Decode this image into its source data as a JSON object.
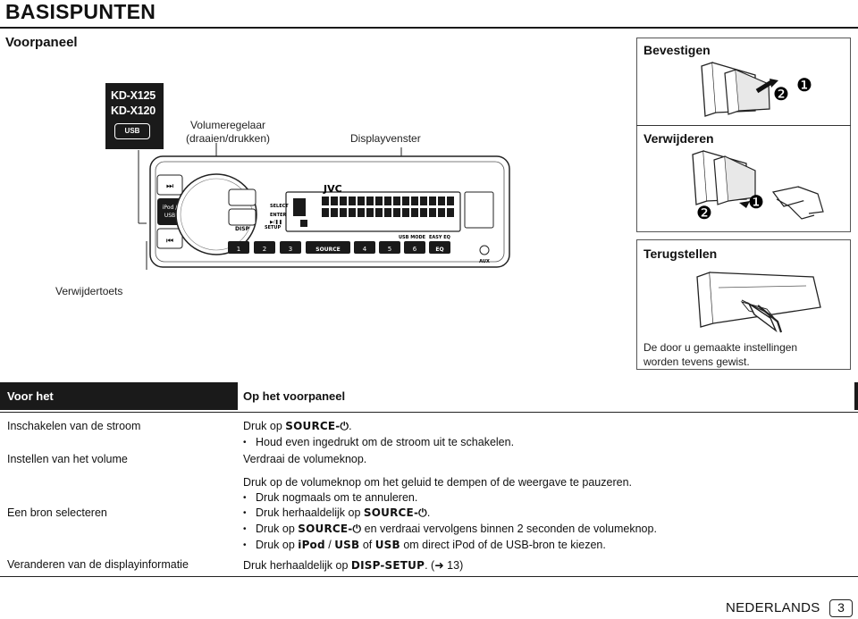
{
  "page": {
    "title": "BASISPUNTEN",
    "section": "Voorpaneel",
    "language": "NEDERLANDS",
    "page_number": "3"
  },
  "diagram": {
    "model_1": "KD-X125",
    "model_2": "KD-X120",
    "usb_tag": "USB",
    "label_volume_1": "Volumeregelaar",
    "label_volume_2": "(draaien/drukken)",
    "label_display": "Displayvenster",
    "label_detach": "Verwijdertoets",
    "brand": "JVC",
    "buttons": {
      "next": "⏭",
      "prev": "⏮",
      "ipod_usb_1": "iPod /",
      "ipod_usb_2": "USB",
      "disp": "DISP",
      "select": "SELECT",
      "enter": "ENTER",
      "enter_sub": "▶/❚❚",
      "setup": "SETUP",
      "source": "SOURCE",
      "usb_mode": "USB MODE",
      "easy_eq": "EASY EQ",
      "eq": "EQ",
      "aux": "AUX",
      "presets": [
        "1",
        "2",
        "3",
        "4",
        "5",
        "6"
      ]
    }
  },
  "right": {
    "attach": "Bevestigen",
    "detach": "Verwijderen",
    "reset": "Terugstellen",
    "step_1": "❶",
    "step_2": "❷",
    "reset_note_1": "De door u gemaakte instellingen",
    "reset_note_2": "worden tevens gewist."
  },
  "table": {
    "head_left": "Voor het",
    "head_right": "Op het voorpaneel",
    "rows": [
      {
        "left": "Inschakelen van de stroom",
        "lines": [
          {
            "pre": "Druk op ",
            "kw": "SOURCE-⏻",
            "post": ".",
            "bullet": false
          },
          {
            "pre": "Houd even ingedrukt om de stroom uit te schakelen.",
            "kw": "",
            "post": "",
            "bullet": true
          }
        ]
      },
      {
        "left": "Instellen van het volume",
        "lines": [
          {
            "pre": "Verdraai de volumeknop.",
            "kw": "",
            "post": "",
            "bullet": false
          },
          {
            "pre": "Druk op de volumeknop om het geluid te dempen of de weergave te pauzeren.",
            "kw": "",
            "post": "",
            "bullet": false
          },
          {
            "pre": "Druk nogmaals om te annuleren.",
            "kw": "",
            "post": "",
            "bullet": true
          }
        ]
      },
      {
        "left": "Een bron selecteren",
        "lines": [
          {
            "pre": "Druk herhaaldelijk op ",
            "kw": "SOURCE-⏻",
            "post": ".",
            "bullet": true
          },
          {
            "pre": "Druk op ",
            "kw": "SOURCE-⏻",
            "post": " en verdraai vervolgens binnen 2 seconden de volumeknop.",
            "bullet": true
          },
          {
            "pre": "Druk op ",
            "kw": "iPod",
            "mid": " / ",
            "kw2": "USB",
            "mid2": " of ",
            "kw3": "USB",
            "post": " om direct iPod of de USB-bron te kiezen.",
            "bullet": true
          }
        ]
      },
      {
        "left": "Veranderen van de displayinformatie",
        "lines": [
          {
            "pre": "Druk herhaaldelijk op ",
            "kw": "DISP-SETUP",
            "post": ". (",
            "arrow": "➜",
            "post2": " 13)",
            "bullet": false
          }
        ]
      }
    ]
  }
}
